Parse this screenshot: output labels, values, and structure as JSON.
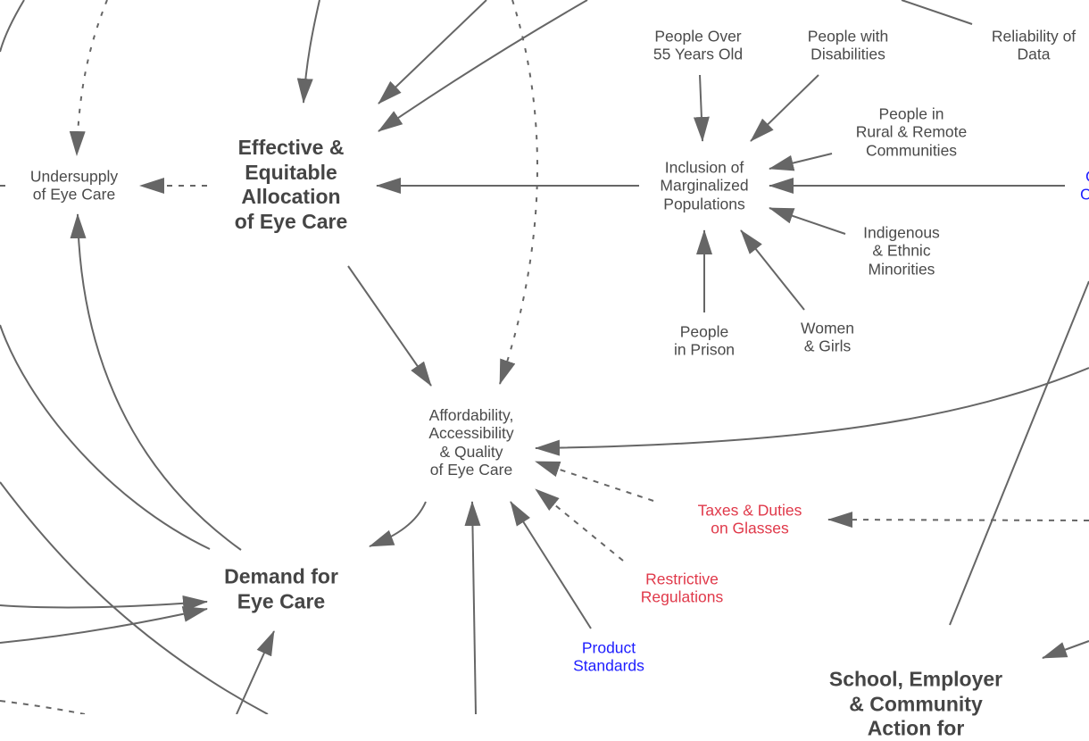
{
  "diagram": {
    "title": "Eye care causal loop diagram",
    "colors": {
      "text": "#4a4a4a",
      "edge": "#666666",
      "barrier": "#e0394a",
      "policy": "#1d1dff"
    },
    "nodes": {
      "undersupply": {
        "lines": [
          "Undersupply",
          "of Eye Care"
        ],
        "style": "normal"
      },
      "allocation": {
        "lines": [
          "Effective &",
          "Equitable",
          "Allocation",
          "of Eye Care"
        ],
        "style": "major"
      },
      "inclusion": {
        "lines": [
          "Inclusion of",
          "Marginalized",
          "Populations"
        ],
        "style": "normal"
      },
      "over55": {
        "lines": [
          "People Over",
          "55 Years Old"
        ],
        "style": "normal"
      },
      "disabilities": {
        "lines": [
          "People with",
          "Disabilities"
        ],
        "style": "normal"
      },
      "reliability": {
        "lines": [
          "Reliability of",
          "Data"
        ],
        "style": "normal"
      },
      "rural": {
        "lines": [
          "People in",
          "Rural & Remote",
          "Communities"
        ],
        "style": "normal"
      },
      "offscreen_blue": {
        "lines": [
          "C",
          "Co"
        ],
        "style": "policy"
      },
      "indigenous": {
        "lines": [
          "Indigenous",
          "& Ethnic",
          "Minorities"
        ],
        "style": "normal"
      },
      "prison": {
        "lines": [
          "People",
          "in Prison"
        ],
        "style": "normal"
      },
      "women": {
        "lines": [
          "Women",
          "& Girls"
        ],
        "style": "normal"
      },
      "affordability": {
        "lines": [
          "Affordability,",
          "Accessibility",
          "& Quality",
          "of Eye Care"
        ],
        "style": "normal"
      },
      "taxes": {
        "lines": [
          "Taxes & Duties",
          "on Glasses"
        ],
        "style": "barrier"
      },
      "regulations": {
        "lines": [
          "Restrictive",
          "Regulations"
        ],
        "style": "barrier"
      },
      "standards": {
        "lines": [
          "Product",
          "Standards"
        ],
        "style": "policy"
      },
      "demand": {
        "lines": [
          "Demand for",
          "Eye Care"
        ],
        "style": "major"
      },
      "school": {
        "lines": [
          "School, Employer",
          "& Community",
          "Action for"
        ],
        "style": "major"
      }
    },
    "edges": [
      {
        "from": "allocation",
        "to": "undersupply",
        "type": "dashed"
      },
      {
        "from": "inclusion",
        "to": "allocation",
        "type": "solid"
      },
      {
        "from": "over55",
        "to": "inclusion",
        "type": "solid"
      },
      {
        "from": "disabilities",
        "to": "inclusion",
        "type": "solid"
      },
      {
        "from": "rural",
        "to": "inclusion",
        "type": "solid"
      },
      {
        "from": "offscreen_blue",
        "to": "inclusion",
        "type": "solid"
      },
      {
        "from": "indigenous",
        "to": "inclusion",
        "type": "solid"
      },
      {
        "from": "prison",
        "to": "inclusion",
        "type": "solid"
      },
      {
        "from": "women",
        "to": "inclusion",
        "type": "solid"
      },
      {
        "from": "allocation",
        "to": "affordability",
        "type": "solid"
      },
      {
        "from": "offscreen",
        "to": "affordability",
        "type": "dotted"
      },
      {
        "from": "offscreen",
        "to": "affordability",
        "type": "solid"
      },
      {
        "from": "taxes",
        "to": "affordability",
        "type": "dashed"
      },
      {
        "from": "regulations",
        "to": "affordability",
        "type": "dashed"
      },
      {
        "from": "standards",
        "to": "affordability",
        "type": "solid"
      },
      {
        "from": "offscreen",
        "to": "affordability",
        "type": "solid"
      },
      {
        "from": "affordability",
        "to": "demand",
        "type": "solid"
      },
      {
        "from": "demand",
        "to": "undersupply",
        "type": "solid"
      },
      {
        "from": "offscreen",
        "to": "demand",
        "type": "solid"
      },
      {
        "from": "offscreen",
        "to": "demand",
        "type": "solid"
      },
      {
        "from": "offscreen",
        "to": "demand",
        "type": "solid"
      },
      {
        "from": "offscreen",
        "to": "taxes",
        "type": "dashed"
      },
      {
        "from": "offscreen",
        "to": "undersupply",
        "type": "dotted"
      },
      {
        "from": "offscreen",
        "to": "allocation",
        "type": "solid"
      },
      {
        "from": "school",
        "to": "offscreen",
        "type": "solid"
      },
      {
        "from": "offscreen",
        "to": "school",
        "type": "solid"
      }
    ]
  }
}
